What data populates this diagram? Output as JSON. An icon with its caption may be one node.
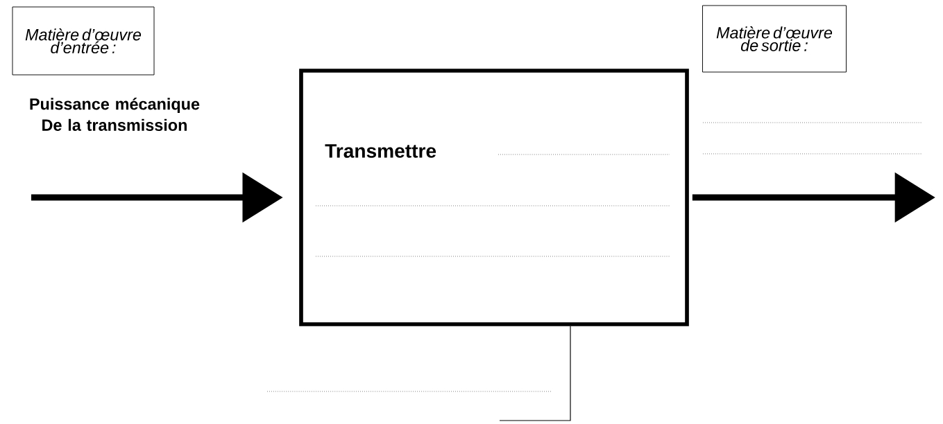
{
  "diagram": {
    "nodes": [
      {
        "text": [
          "Matière d’œuvre d’entrée :"
        ]
      },
      {
        "text": [
          "Matière d’œuvre de sortie :"
        ]
      },
      {
        "text": [
          "Transmettre"
        ]
      }
    ],
    "edges": [
      {
        "from": null,
        "to": 2,
        "arrow": "to"
      },
      {
        "from": 2,
        "to": null,
        "arrow": "to"
      },
      {
        "from": 2,
        "to": null,
        "arrow": "none"
      }
    ],
    "labels": [
      "Puissance mécanique De la transmission"
    ]
  }
}
